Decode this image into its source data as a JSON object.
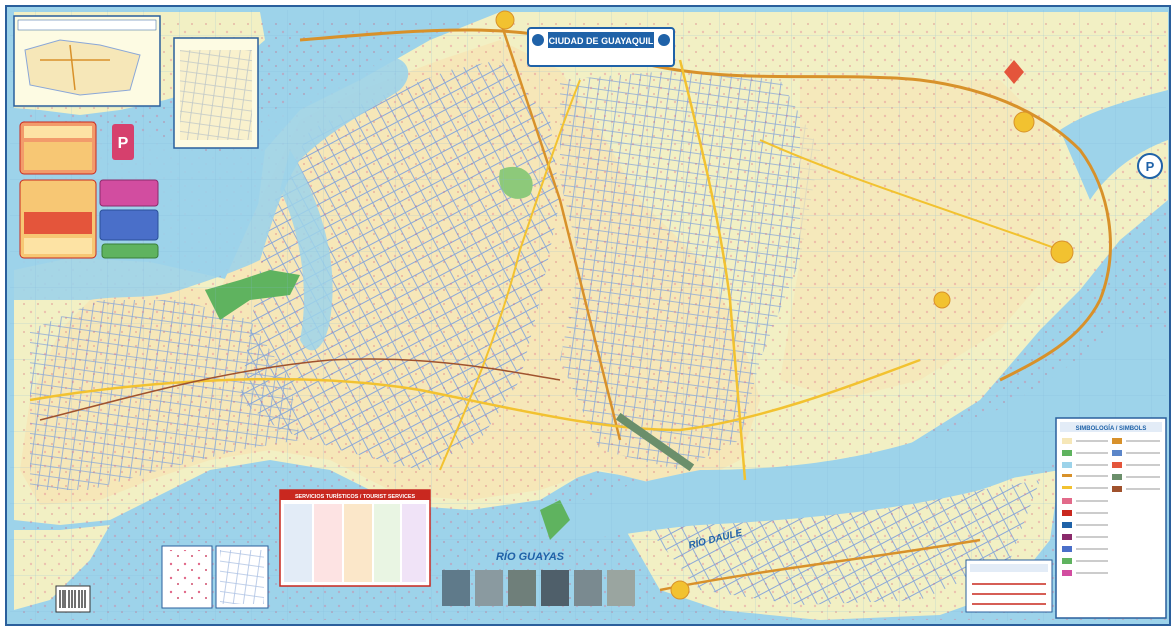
{
  "map": {
    "title": "CIUDAD DE GUAYAQUIL",
    "title_subtext": "",
    "badge_left": "",
    "badge_right": "",
    "river_labels": [
      "RÍO GUAYAS",
      "RÍO DAULE"
    ],
    "tourism_panel": {
      "heading": "SERVICIOS TURÍSTICOS / TOURIST SERVICES"
    },
    "legend_panel": {
      "heading": "SIMBOLOGÍA / SIMBOLS",
      "transport_heading": ""
    },
    "publisher_logo": "P",
    "colors": {
      "water": "#9dd3ea",
      "land": "#f2f0c4",
      "urban": "#f6e7b8",
      "major_road": "#f2c230",
      "highway": "#d8912a",
      "minor_road": "#5b86c9",
      "park": "#5fb35f",
      "grid_line": "#7fb7d8",
      "title_banner": "#1f62a8",
      "legend_bg": "#ffffff",
      "tourism_header": "#c9281f"
    }
  }
}
